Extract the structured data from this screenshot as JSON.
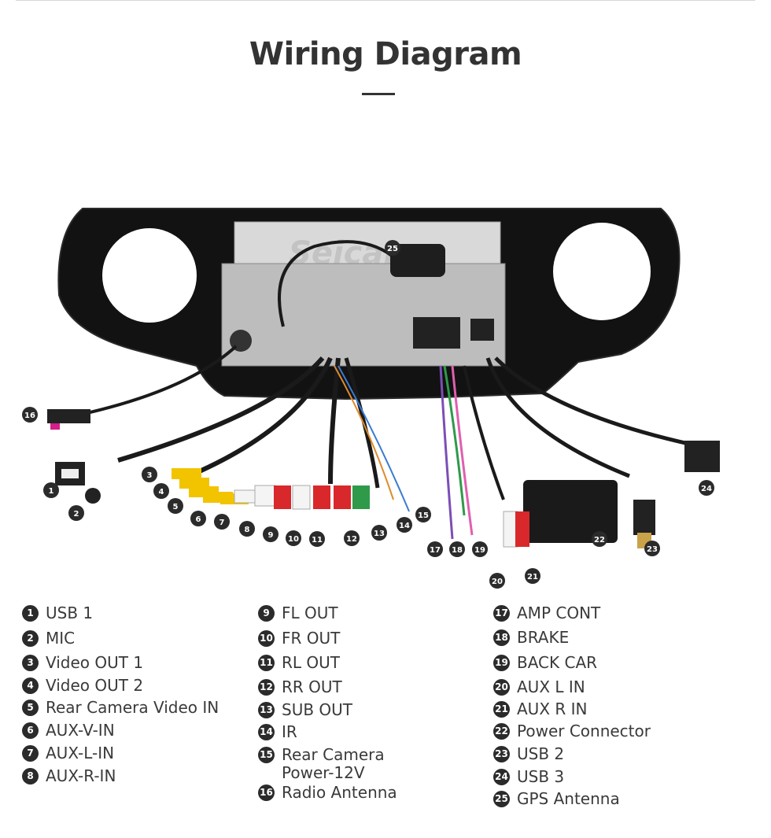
{
  "title": "Wiring Diagram",
  "watermark": "Seicane",
  "legend": [
    {
      "num": "1",
      "label": "USB 1"
    },
    {
      "num": "2",
      "label": "MIC"
    },
    {
      "num": "3",
      "label": "Video OUT 1"
    },
    {
      "num": "4",
      "label": "Video OUT 2"
    },
    {
      "num": "5",
      "label": "Rear Camera Video IN"
    },
    {
      "num": "6",
      "label": "AUX-V-IN"
    },
    {
      "num": "7",
      "label": "AUX-L-IN"
    },
    {
      "num": "8",
      "label": "AUX-R-IN"
    },
    {
      "num": "9",
      "label": "FL OUT"
    },
    {
      "num": "10",
      "label": "FR OUT"
    },
    {
      "num": "11",
      "label": "RL OUT"
    },
    {
      "num": "12",
      "label": "RR OUT"
    },
    {
      "num": "13",
      "label": "SUB OUT"
    },
    {
      "num": "14",
      "label": "IR"
    },
    {
      "num": "15",
      "label": "Rear Camera Power-12V"
    },
    {
      "num": "16",
      "label": "Radio Antenna"
    },
    {
      "num": "17",
      "label": "AMP CONT"
    },
    {
      "num": "18",
      "label": "BRAKE"
    },
    {
      "num": "19",
      "label": "BACK CAR"
    },
    {
      "num": "20",
      "label": "AUX L IN"
    },
    {
      "num": "21",
      "label": "AUX R IN"
    },
    {
      "num": "22",
      "label": "Power Connector"
    },
    {
      "num": "23",
      "label": "USB 2"
    },
    {
      "num": "24",
      "label": "USB 3"
    },
    {
      "num": "25",
      "label": "GPS Antenna"
    }
  ],
  "colors": {
    "badge": "#2b2b2b",
    "frame": "#111111",
    "rca_yellow": "#f2c400",
    "rca_red": "#d8282b",
    "rca_white": "#f4f4f4",
    "rca_green": "#2f9a4a"
  }
}
